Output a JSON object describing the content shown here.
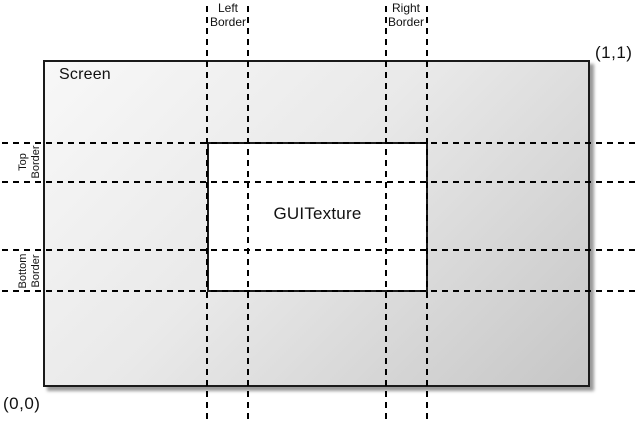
{
  "labels": {
    "screen": "Screen",
    "guitexture": "GUITexture",
    "origin_coord": "(0,0)",
    "topright_coord": "(1,1)",
    "left_border": {
      "line1": "Left",
      "line2": "Border"
    },
    "right_border": {
      "line1": "Right",
      "line2": "Border"
    },
    "top_border": {
      "line1": "Top",
      "line2": "Border"
    },
    "bottom_border": {
      "line1": "Bottom",
      "line2": "Border"
    }
  },
  "colors": {
    "gradient_top_left": "#f8f8f8",
    "gradient_bottom_right": "#c6c6c6",
    "line_color": "#000000",
    "screen_border": "#1a1a1a",
    "guitexture_fill": "#ffffff",
    "text_color": "#111111"
  }
}
